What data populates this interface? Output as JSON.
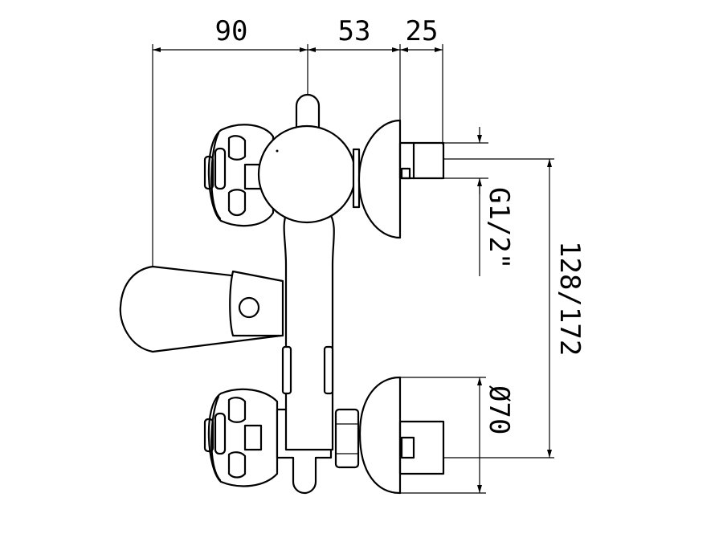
{
  "dimensions": {
    "width_left": "90",
    "width_mid": "53",
    "width_right": "25",
    "connection": "G1/2\"",
    "centers": "128/172",
    "diameter": "Ø70"
  }
}
